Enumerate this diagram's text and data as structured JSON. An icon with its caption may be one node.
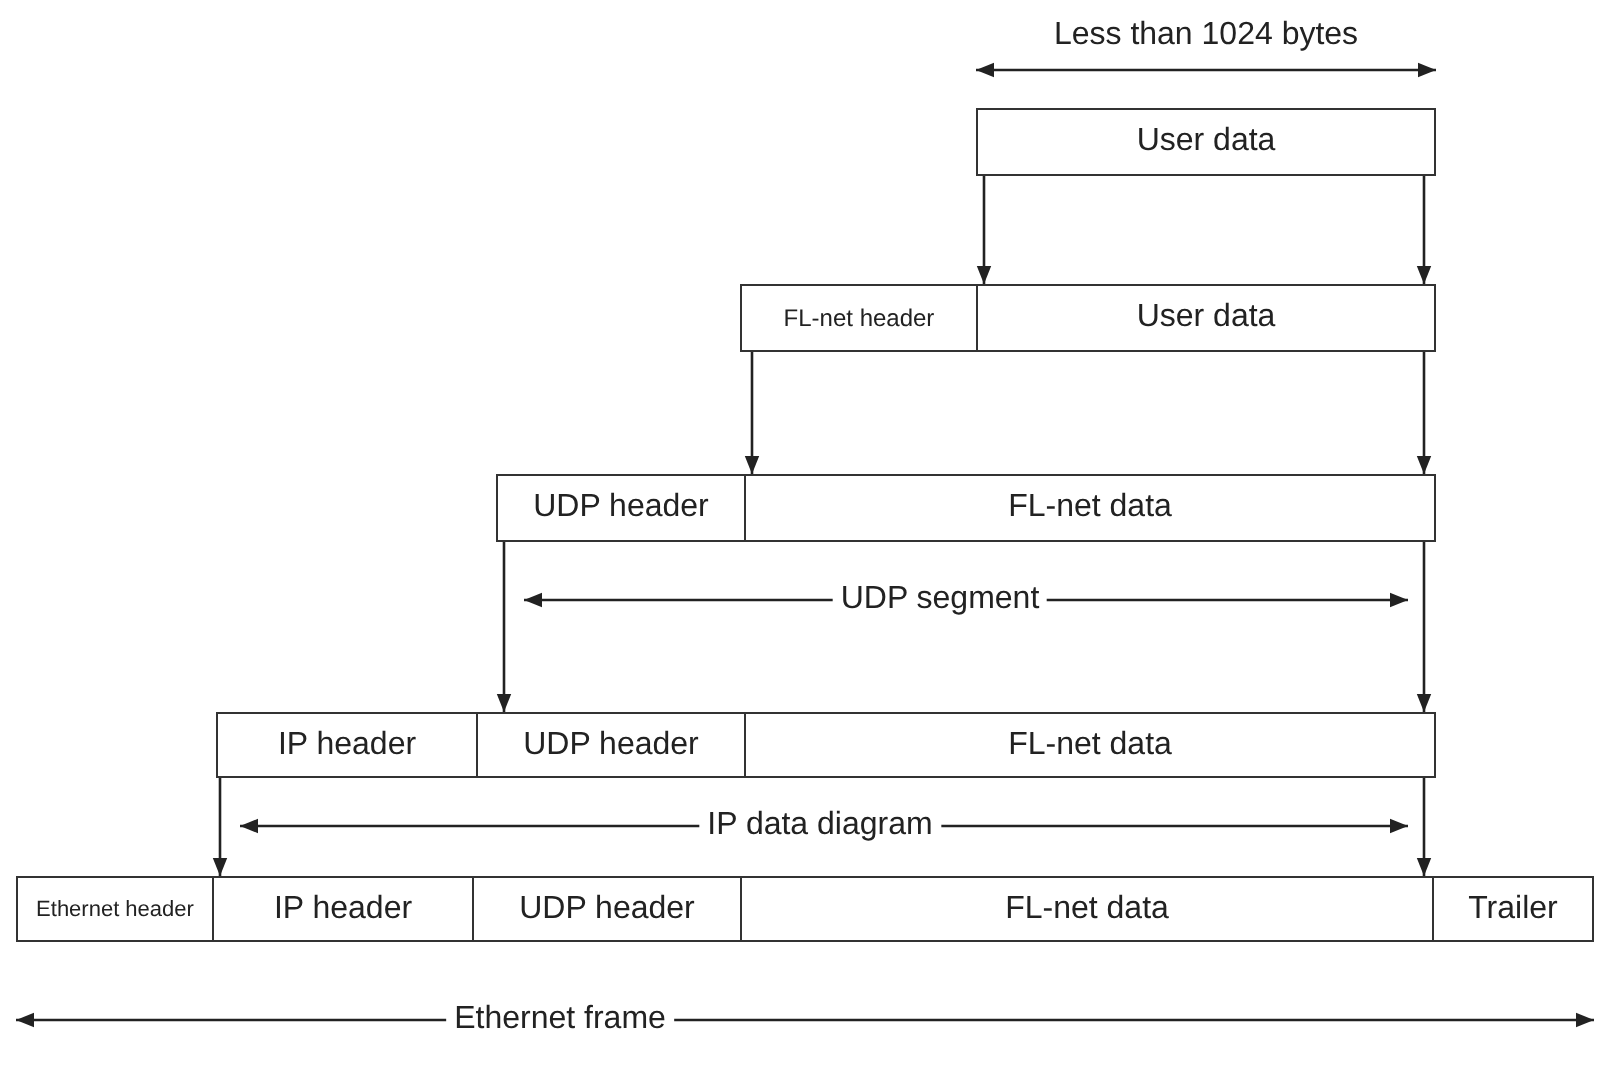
{
  "diagram": {
    "nodes": [
      {
        "text": [
          "User data"
        ]
      },
      {
        "text": [
          "FL-net header"
        ]
      },
      {
        "text": [
          "User data"
        ]
      },
      {
        "text": [
          "UDP header"
        ]
      },
      {
        "text": [
          "FL-net data"
        ]
      },
      {
        "text": [
          "IP header"
        ]
      },
      {
        "text": [
          "UDP header"
        ]
      },
      {
        "text": [
          "FL-net data"
        ]
      },
      {
        "text": [
          "Ethernet header"
        ]
      },
      {
        "text": [
          "IP header"
        ]
      },
      {
        "text": [
          "UDP header"
        ]
      },
      {
        "text": [
          "FL-net data"
        ]
      },
      {
        "text": [
          "Trailer"
        ]
      }
    ],
    "edges": [
      {
        "from": 0,
        "to": 2,
        "arrow": "to"
      },
      {
        "from": 0,
        "to": 2,
        "arrow": "to"
      },
      {
        "from": 1,
        "to": 4,
        "arrow": "to"
      },
      {
        "from": 2,
        "to": 4,
        "arrow": "to"
      },
      {
        "from": 3,
        "to": 6,
        "arrow": "to"
      },
      {
        "from": 4,
        "to": 7,
        "arrow": "to"
      },
      {
        "from": 5,
        "to": 9,
        "arrow": "to"
      },
      {
        "from": 7,
        "to": 11,
        "arrow": "to"
      }
    ],
    "labels": [
      "Less than 1024 bytes",
      "UDP segment",
      "IP data diagram",
      "Ethernet frame"
    ]
  }
}
